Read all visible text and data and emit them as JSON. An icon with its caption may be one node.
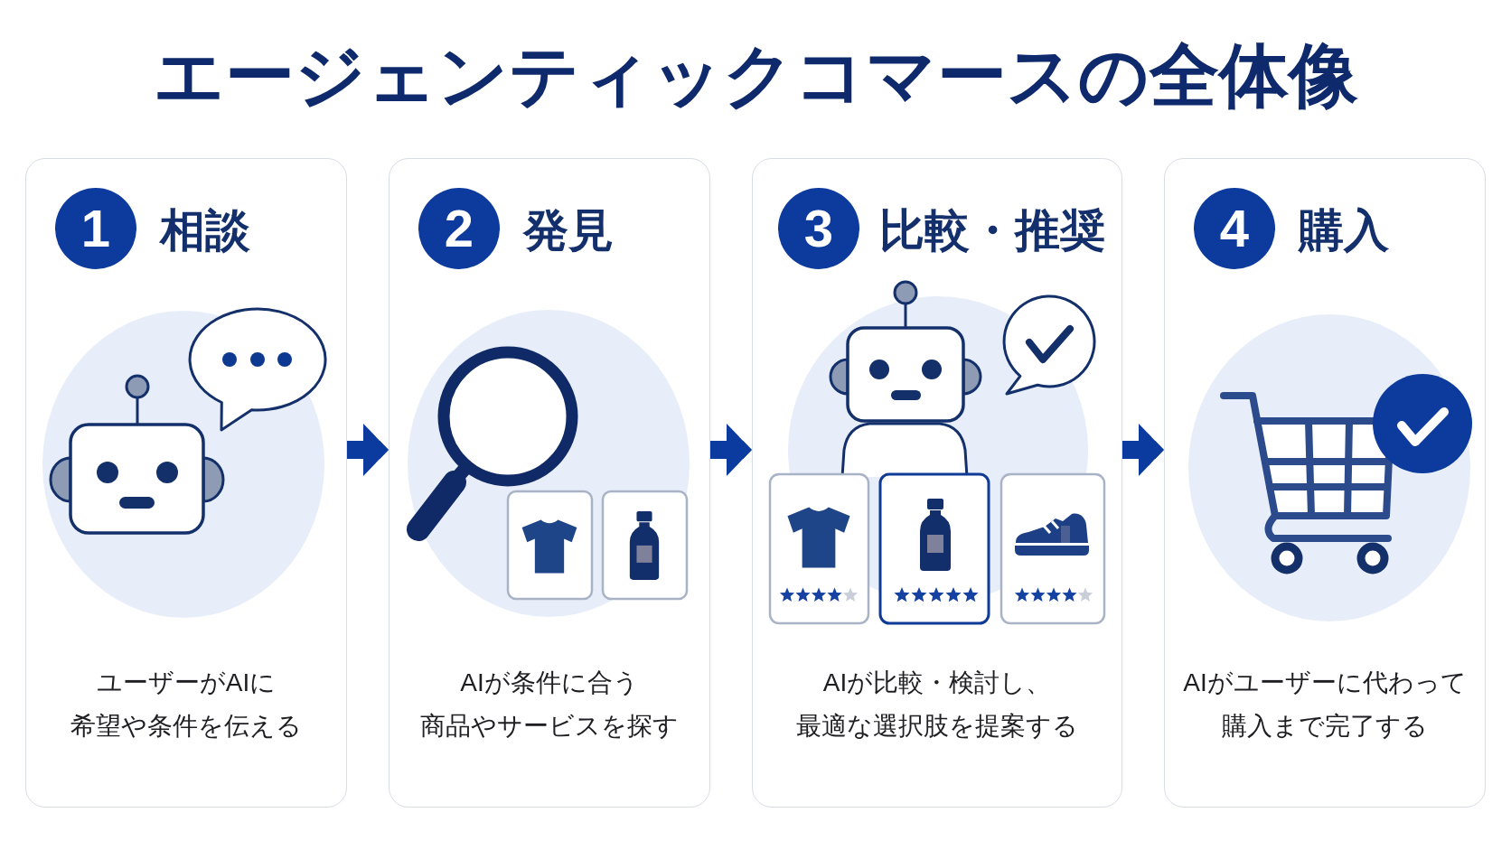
{
  "diagram": {
    "title": "エージェンティックコマースの全体像",
    "nodes": [
      {
        "text": [
          "相談",
          "ユーザーがAIに希望や条件を伝える"
        ]
      },
      {
        "text": [
          "1"
        ],
        "in": 0
      },
      {
        "text": [
          "発見",
          "AIが条件に合う商品やサービスを探す"
        ]
      },
      {
        "text": [
          "2"
        ],
        "in": 2
      },
      {
        "text": [
          "比較・推奨",
          "AIが比較・検討し、最適な選択肢を提案する"
        ]
      },
      {
        "text": [
          "3"
        ],
        "in": 4
      },
      {
        "text": [
          "購入",
          "AIがユーザーに代わって購入まで完了する"
        ]
      },
      {
        "text": [
          "4"
        ],
        "in": 6
      }
    ],
    "edges": [
      {
        "from": 0,
        "to": 2,
        "arrow": "to"
      },
      {
        "from": 2,
        "to": 4,
        "arrow": "to"
      },
      {
        "from": 4,
        "to": 6,
        "arrow": "to"
      }
    ]
  }
}
